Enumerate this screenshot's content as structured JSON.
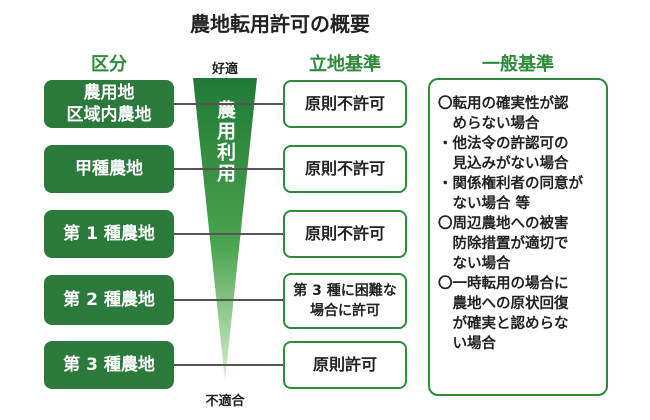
{
  "title": "農地転用許可の概要",
  "headers": {
    "category": "区分",
    "location": "立地基準",
    "general": "一般基準"
  },
  "scale": {
    "top_label": "好適",
    "bottom_label": "不適合",
    "vertical_label": "農用利用"
  },
  "categories": [
    {
      "label": "農用地\n区域内農地",
      "result": "原則不許可"
    },
    {
      "label": "甲種農地",
      "result": "原則不許可"
    },
    {
      "label": "第 1 種農地",
      "result": "原則不許可"
    },
    {
      "label": "第 2 種農地",
      "result": "第 3 種に困難な\n場合に許可"
    },
    {
      "label": "第 3 種農地",
      "result": "原則許可"
    }
  ],
  "general_items": [
    "〇転用の確実性が認\n　めらない場合",
    "・他法令の許認可の\n　見込みがない場合",
    "・関係権利者の同意が\n　ない場合 等",
    "〇周辺農地への被害\n　防除措置が適切で\n　ない場合",
    "〇一時転用の場合に\n　農地への原状回復\n　が確実と認めらな\n　い場合"
  ],
  "colors": {
    "box_green": "#2b7a3b",
    "accent_green": "#2e8b3a",
    "wedge_top": "#1f7a36",
    "wedge_bottom": "#cfe9c7"
  }
}
